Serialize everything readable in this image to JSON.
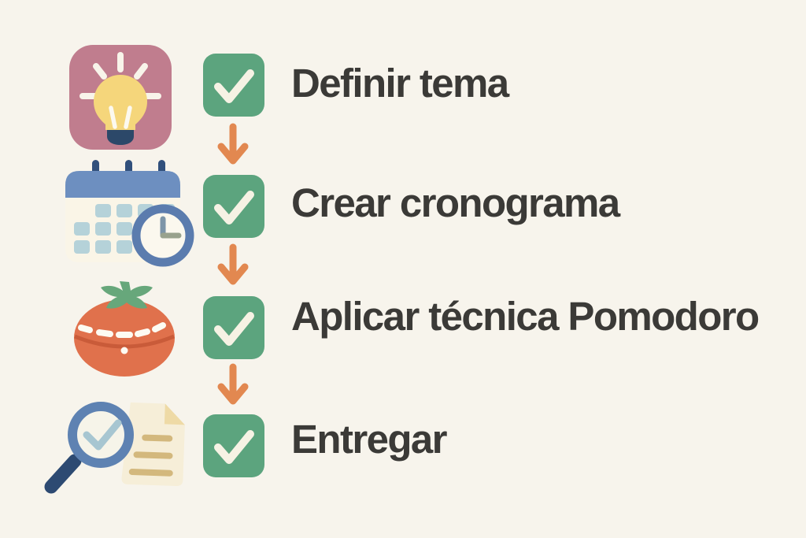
{
  "diagram": {
    "type": "vertical-checklist-flow",
    "language": "es",
    "background": "#f7f4ec",
    "text_color": "#3b3a37",
    "steps": [
      {
        "label": "Definir tema",
        "icon": "lightbulb-idea-icon",
        "checked": true
      },
      {
        "label": "Crear cronograma",
        "icon": "calendar-clock-icon",
        "checked": true
      },
      {
        "label": "Aplicar técnica Pomodoro",
        "icon": "pomodoro-tomato-timer-icon",
        "checked": true
      },
      {
        "label": "Entregar",
        "icon": "magnifier-review-document-icon",
        "checked": true
      }
    ],
    "connectors": {
      "style": "arrow-down",
      "count": 3,
      "color": "#e28850"
    },
    "colors": {
      "checkbox_green": "#5ca47e",
      "check_mark_cream": "#f6f2e4",
      "arrow_orange": "#e28850",
      "idea_tile_pink": "#c07d8e",
      "bulb_yellow": "#f5d67b",
      "bulb_base_navy": "#2c4869",
      "calendar_header_blue": "#6d8fc0",
      "calendar_peg_navy": "#31507c",
      "calendar_body_cream": "#faf5e7",
      "calendar_grid_blue": "#b5d2d9",
      "clock_ring_blue": "#5b7cae",
      "tomato_red": "#e0714c",
      "tomato_stem_green": "#67a77b",
      "tomato_crease_red": "#c95b39",
      "magnifier_ring_blue": "#5e82b2",
      "magnifier_handle_navy": "#2d4a72",
      "magnifier_check_blue": "#a7c6d1",
      "document_cream": "#f6eed8",
      "document_fold_tan": "#eedaa6",
      "document_line_tan": "#d3b87d"
    }
  }
}
